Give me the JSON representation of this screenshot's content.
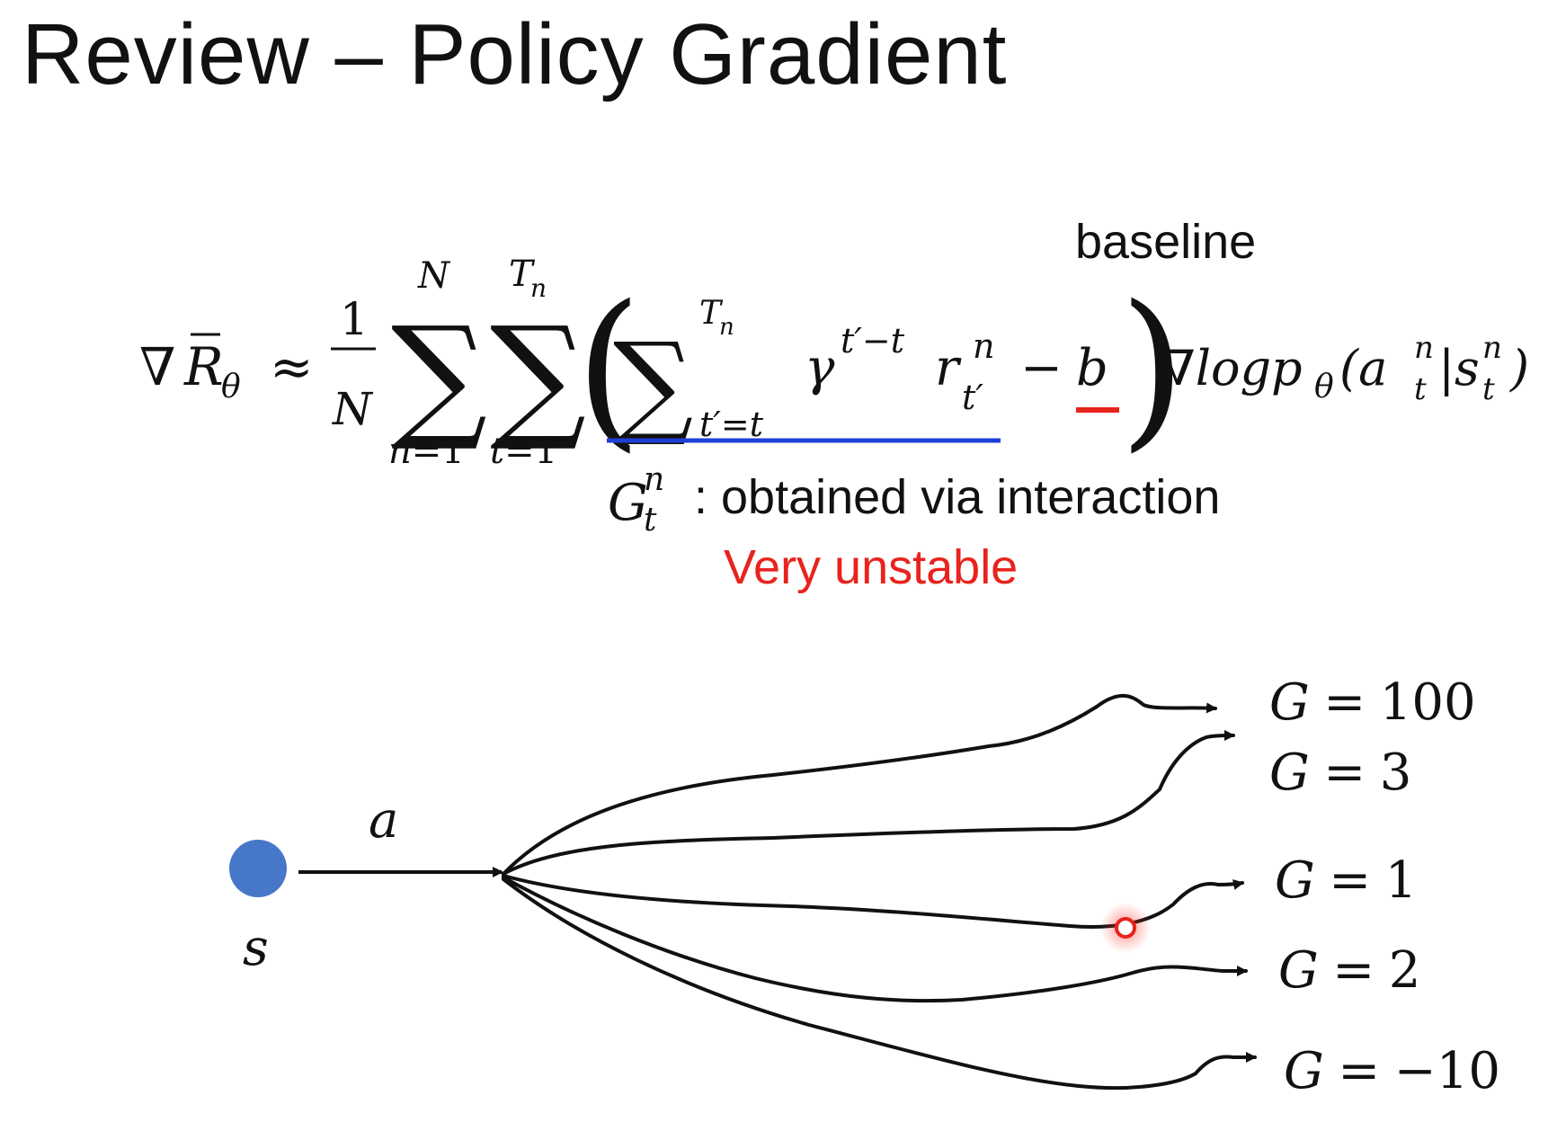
{
  "slide": {
    "title": "Review – Policy Gradient"
  },
  "formula": {
    "baseline_label": "baseline",
    "gtn_description": ": obtained via interaction",
    "warning": "Very unstable",
    "baseline_color": "#e8231d",
    "gtn_underline_color": "#1f3fd9",
    "warning_color": "#e8231d"
  },
  "diagram": {
    "state_label": "s",
    "action_label": "a",
    "state_color": "#4777c9",
    "cursor_color": "#e8231d",
    "outcomes": [
      {
        "lhs": "G",
        "eq": "=",
        "value": "100"
      },
      {
        "lhs": "G",
        "eq": "=",
        "value": "3"
      },
      {
        "lhs": "G",
        "eq": "=",
        "value": "1"
      },
      {
        "lhs": "G",
        "eq": "=",
        "value": "2"
      },
      {
        "lhs": "G",
        "eq": "=",
        "value": "−10"
      }
    ]
  }
}
